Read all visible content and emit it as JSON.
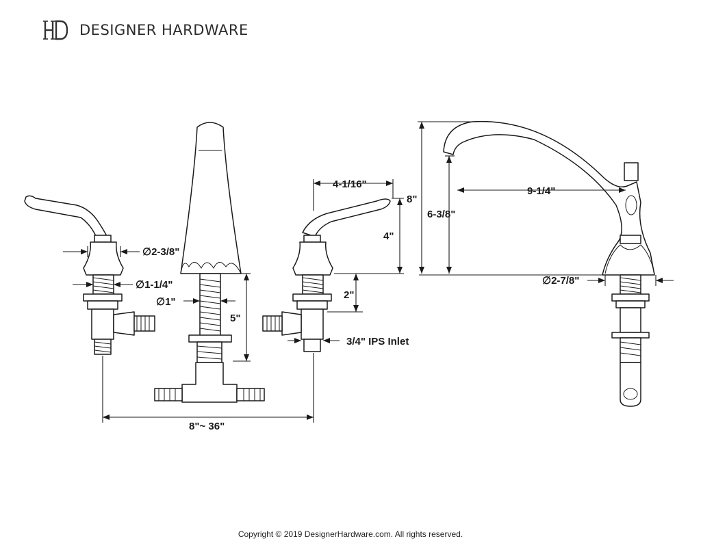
{
  "brand": {
    "name": "DESIGNER HARDWARE",
    "logo_icon": "hd-monogram-icon"
  },
  "dimensions": {
    "deck_width": "8\"~ 36\"",
    "lever_diameter": "∅2-3/8\"",
    "stem_diameter": "∅1-1/4\"",
    "shank_diameter": "∅1\"",
    "handle_projection": "4-1/16\"",
    "handle_height": "4\"",
    "shank_length_handle": "2\"",
    "shank_length_spout": "5\"",
    "inlet": "3/4\" IPS Inlet",
    "spout_reach": "9-1/4\"",
    "spout_height_total": "8\"",
    "spout_height_outlet": "6-3/8\"",
    "spout_base_diameter": "∅2-7/8\""
  },
  "footer": {
    "copyright": "Copyright © 2019 DesignerHardware.com. All rights reserved."
  }
}
